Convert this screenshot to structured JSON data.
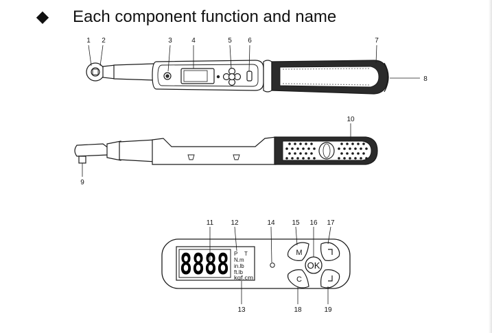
{
  "heading": {
    "bullet": "◆",
    "title": "Each component function and name"
  },
  "callouts_top": [
    "1",
    "2",
    "3",
    "4",
    "5",
    "6",
    "7",
    "8"
  ],
  "callouts_side": [
    "9",
    "10"
  ],
  "callouts_panel": [
    "11",
    "12",
    "13",
    "14",
    "15",
    "16",
    "17",
    "18",
    "19"
  ],
  "panel": {
    "display_digits": "8888",
    "flag_p": "P",
    "flag_t": "T",
    "units": [
      "N.m",
      "in.lb",
      "ft.lb",
      "kgf.cm"
    ],
    "button_m": "M",
    "button_ok": "OK",
    "button_c": "C"
  },
  "colors": {
    "line": "#1a1a1a",
    "grip": "#2b2b2b",
    "body": "#ffffff"
  },
  "icons": [
    "diamond-bullet-icon",
    "up-arrow-icon",
    "down-arrow-icon"
  ]
}
